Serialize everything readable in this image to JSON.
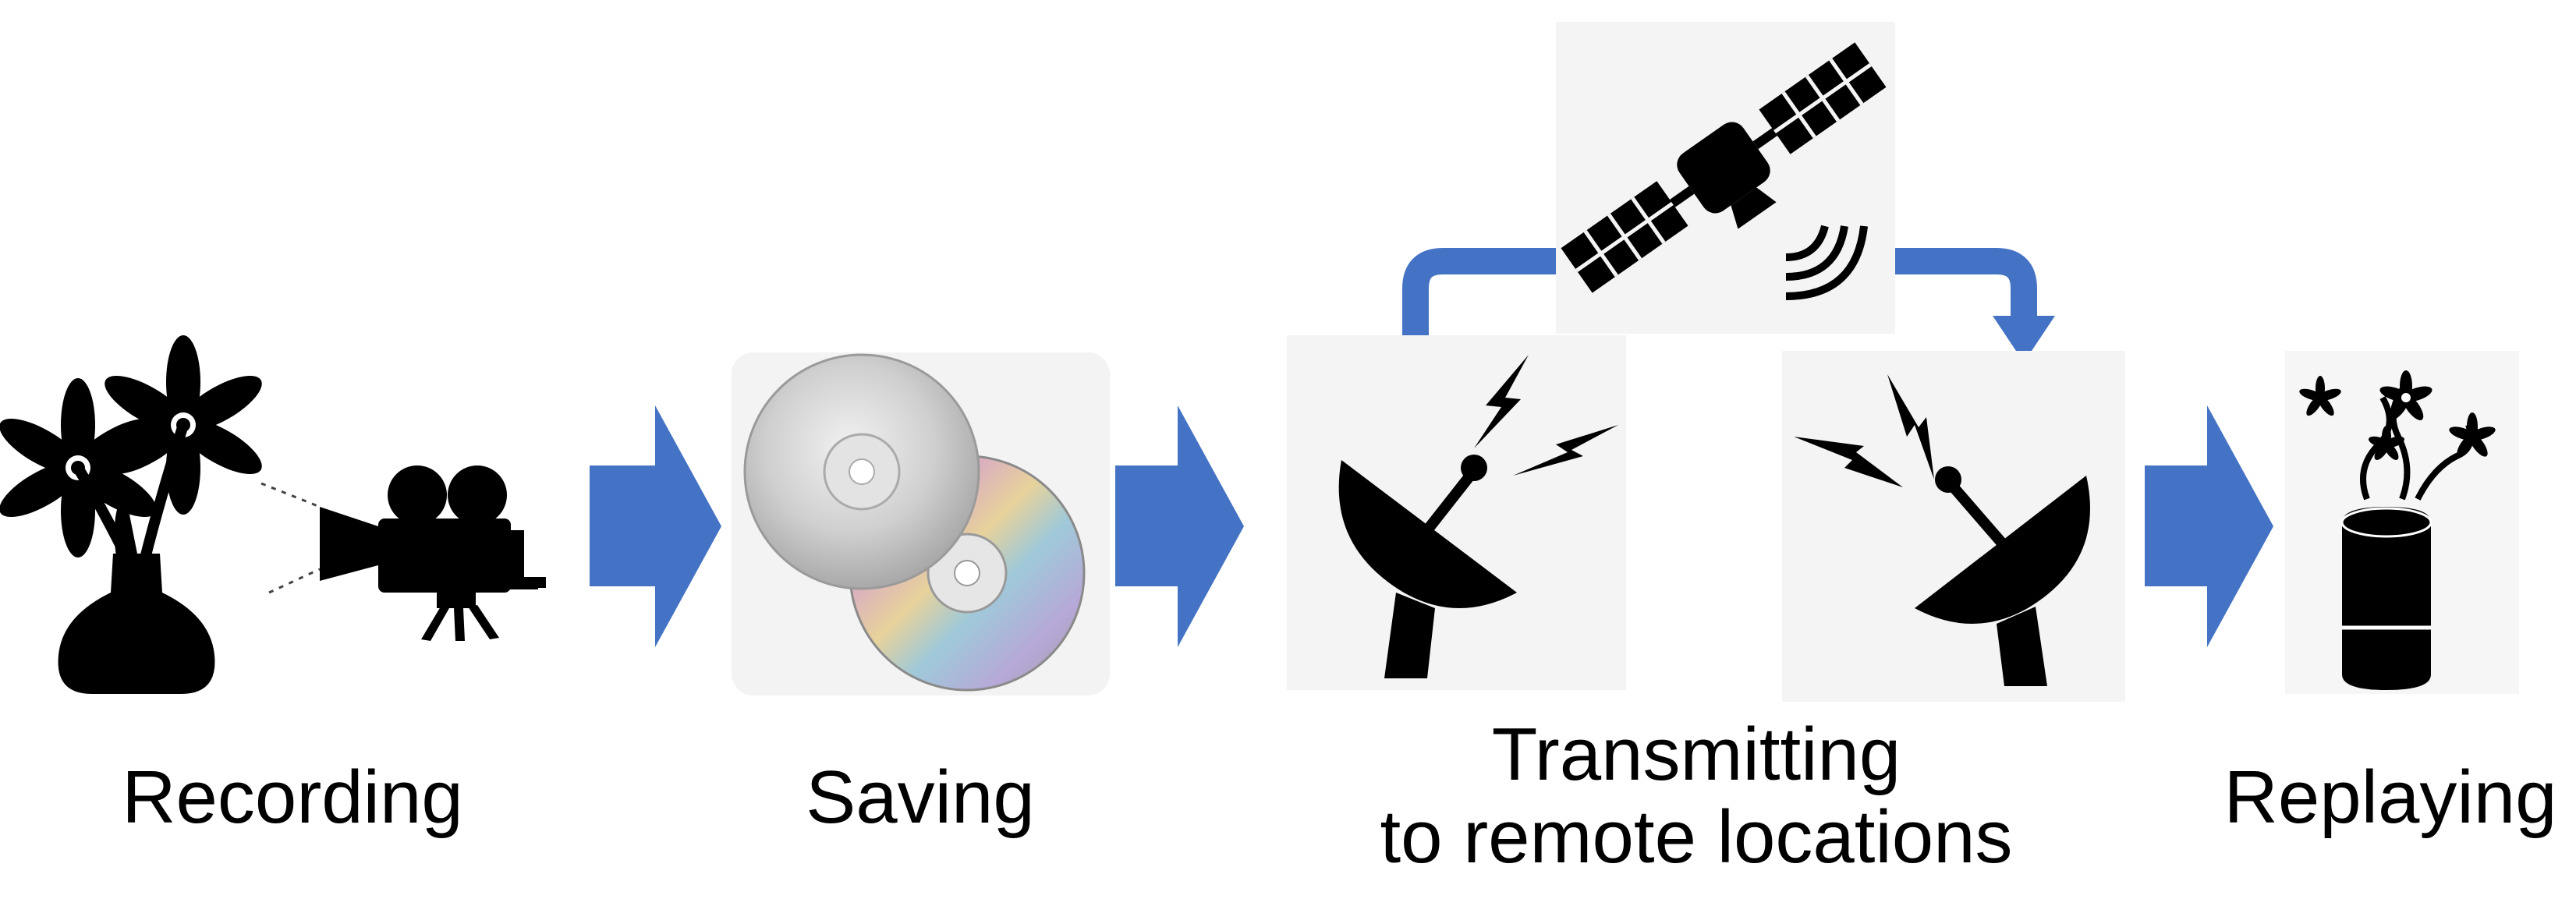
{
  "colors": {
    "arrow": "#4472C4",
    "icon": "#000000",
    "panel": "#f2f2f2"
  },
  "stages": [
    {
      "id": "recording",
      "label": "Recording",
      "icons": [
        "flower-vase-icon",
        "movie-camera-icon"
      ]
    },
    {
      "id": "saving",
      "label": "Saving",
      "icons": [
        "disc-icon"
      ]
    },
    {
      "id": "transmitting",
      "label_line1": "Transmitting",
      "label_line2": "to remote locations",
      "icons": [
        "satellite-dish-icon",
        "satellite-icon"
      ]
    },
    {
      "id": "replaying",
      "label": "Replaying",
      "icons": [
        "cylinder-diffuser-icon"
      ]
    }
  ]
}
